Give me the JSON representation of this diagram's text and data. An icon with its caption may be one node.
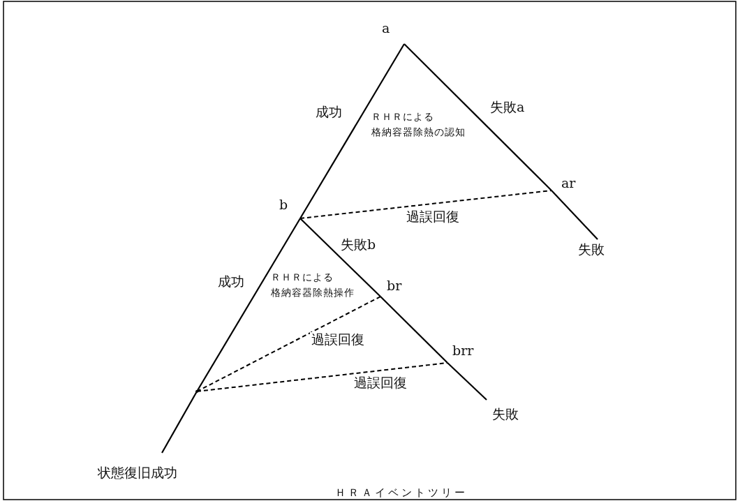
{
  "diagram": {
    "caption": "ＨＲＡイベントツリー",
    "nodes": [
      {
        "text": [
          "a"
        ]
      },
      {
        "text": [
          "b"
        ]
      },
      {
        "text": [
          "ar"
        ]
      },
      {
        "text": [
          "失敗"
        ]
      },
      {
        "text": [
          "br"
        ]
      },
      {
        "text": [
          "brr"
        ]
      },
      {
        "text": [
          "失敗"
        ]
      },
      {
        "text": [],
        "shape": "point"
      },
      {
        "text": [
          "状態復旧成功"
        ]
      }
    ],
    "edges": [
      {
        "from": 0,
        "to": 1,
        "arrow": "none",
        "label": "成功"
      },
      {
        "from": 0,
        "to": 2,
        "arrow": "none",
        "label": "失敗a"
      },
      {
        "from": 2,
        "to": 3,
        "arrow": "none"
      },
      {
        "from": 1,
        "to": 2,
        "arrow": "none",
        "style": "dashed",
        "label": "過誤回復"
      },
      {
        "from": 1,
        "to": 4,
        "arrow": "none",
        "label": "失敗b"
      },
      {
        "from": 4,
        "to": 5,
        "arrow": "none"
      },
      {
        "from": 5,
        "to": 6,
        "arrow": "none"
      },
      {
        "from": 1,
        "to": 7,
        "arrow": "none",
        "label": "成功"
      },
      {
        "from": 7,
        "to": 8,
        "arrow": "none"
      },
      {
        "from": 7,
        "to": 4,
        "arrow": "none",
        "style": "dashed",
        "label": "過誤回復"
      },
      {
        "from": 7,
        "to": 5,
        "arrow": "none",
        "style": "dashed",
        "label": "過誤回復"
      }
    ],
    "labels": [
      "ＲＨＲによる格納容器除熱の認知",
      "ＲＨＲによる格納容器除熱操作"
    ]
  }
}
